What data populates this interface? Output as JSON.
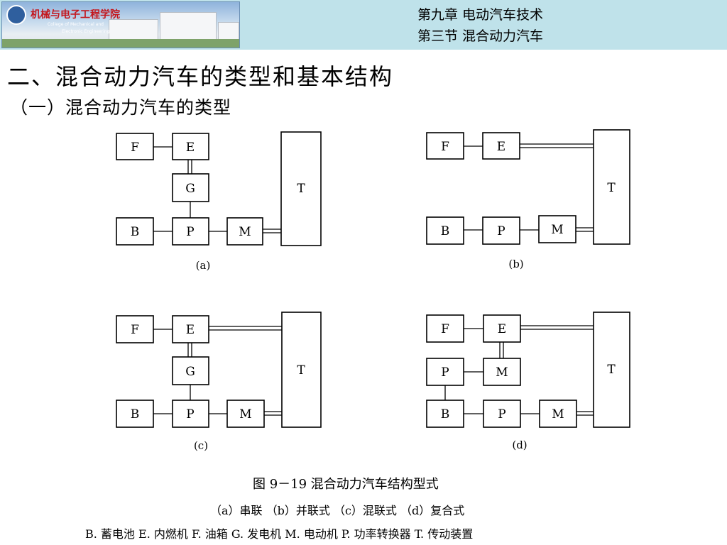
{
  "header": {
    "logo_title": "机械与电子工程学院",
    "logo_en_line1": "College of Mechanical and",
    "logo_en_line2": "Electronic Engineering",
    "chapter": "第九章  电动汽车技术",
    "section": "第三节   混合动力汽车"
  },
  "slide": {
    "section_title": "二、混合动力汽车的类型和基本结构",
    "subsection_title": "（一）混合动力汽车的类型"
  },
  "diagram": {
    "box_labels": {
      "F": "F",
      "E": "E",
      "G": "G",
      "B": "B",
      "P": "P",
      "M": "M",
      "T": "T"
    },
    "captions": {
      "a": "(a)",
      "b": "(b)",
      "c": "(c)",
      "d": "(d)"
    }
  },
  "figure": {
    "title": "图 9－19   混合动力汽车结构型式",
    "types": "（a）串联   （b）并联式   （c）混联式    （d）复合式",
    "legend": "B. 蓄电池   E. 内燃机   F. 油箱   G. 发电机   M. 电动机   P. 功率转换器   T. 传动装置"
  }
}
